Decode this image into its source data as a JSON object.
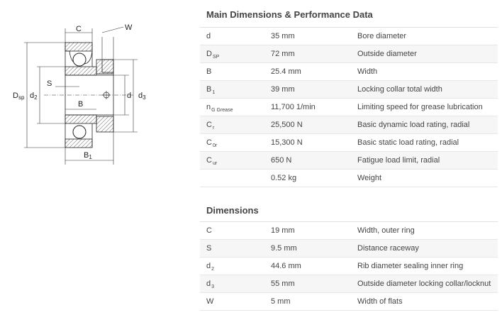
{
  "drawing": {
    "labels": {
      "c": "C",
      "w": "W",
      "s": "S",
      "b": "B",
      "d": "d",
      "d3_main": "d",
      "d3_sub": "3",
      "dsp_main": "D",
      "dsp_sub": "sp",
      "d2_main": "d",
      "d2_sub": "2",
      "b1_main": "B",
      "b1_sub": "1"
    }
  },
  "performance": {
    "title": "Main Dimensions & Performance Data",
    "rows": [
      {
        "sym": "d",
        "sub": "",
        "val": "35  mm",
        "desc": "Bore diameter"
      },
      {
        "sym": "D",
        "sub": "SP",
        "val": "72  mm",
        "desc": "Outside diameter"
      },
      {
        "sym": "B",
        "sub": "",
        "val": "25.4  mm",
        "desc": "Width"
      },
      {
        "sym": "B",
        "sub": "1",
        "val": "39  mm",
        "desc": "Locking collar total width"
      },
      {
        "sym": "n",
        "sub": "G Grease",
        "val": "11,700  1/min",
        "desc": "Limiting speed for grease lubrication"
      },
      {
        "sym": "C",
        "sub": "r",
        "val": "25,500  N",
        "desc": "Basic dynamic load rating, radial"
      },
      {
        "sym": "C",
        "sub": "0r",
        "val": "15,300  N",
        "desc": "Basic static load rating, radial"
      },
      {
        "sym": "C",
        "sub": "ur",
        "val": "650  N",
        "desc": "Fatigue load limit, radial"
      },
      {
        "sym": "",
        "sub": "",
        "val": "0.52  kg",
        "desc": "Weight"
      }
    ]
  },
  "dimensions": {
    "title": "Dimensions",
    "rows": [
      {
        "sym": "C",
        "sub": "",
        "val": "19  mm",
        "desc": "Width, outer ring"
      },
      {
        "sym": "S",
        "sub": "",
        "val": "9.5  mm",
        "desc": "Distance raceway"
      },
      {
        "sym": "d",
        "sub": "2",
        "val": "44.6  mm",
        "desc": "Rib diameter sealing inner ring"
      },
      {
        "sym": "d",
        "sub": "3",
        "val": "55  mm",
        "desc": "Outside diameter locking collar/locknut"
      },
      {
        "sym": "W",
        "sub": "",
        "val": "5  mm",
        "desc": "Width of flats"
      }
    ]
  }
}
